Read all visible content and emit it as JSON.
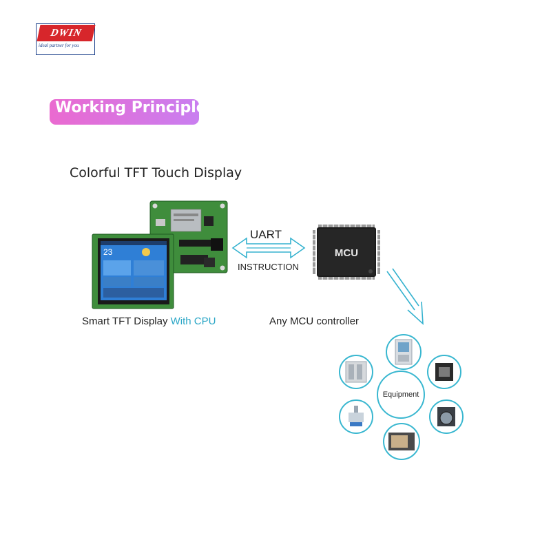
{
  "logo": {
    "brand": "DWIN",
    "tagline": "ideal partner for you",
    "colors": {
      "brand_red": "#d7262b",
      "frame_blue": "#1a3f8a"
    }
  },
  "heading": {
    "title": "Working Principle",
    "gradient": [
      "#ea6ad0",
      "#c97ef0"
    ]
  },
  "subheading": "Colorful TFT Touch Display",
  "display": {
    "caption_main": "Smart TFT Display ",
    "caption_highlight": "With CPU",
    "highlight_color": "#2aa6c6",
    "screen_time": "23"
  },
  "link": {
    "top_label": "UART",
    "bottom_label": "INSTRUCTION"
  },
  "mcu": {
    "chip_label": "MCU",
    "caption": "Any MCU controller"
  },
  "equipment": {
    "center_label": "Equipment",
    "ring_color": "#39b7d0",
    "items": [
      "vending-machine",
      "3d-printer",
      "washing-machine",
      "microwave-oven",
      "medical-device",
      "server-cabinet"
    ]
  }
}
